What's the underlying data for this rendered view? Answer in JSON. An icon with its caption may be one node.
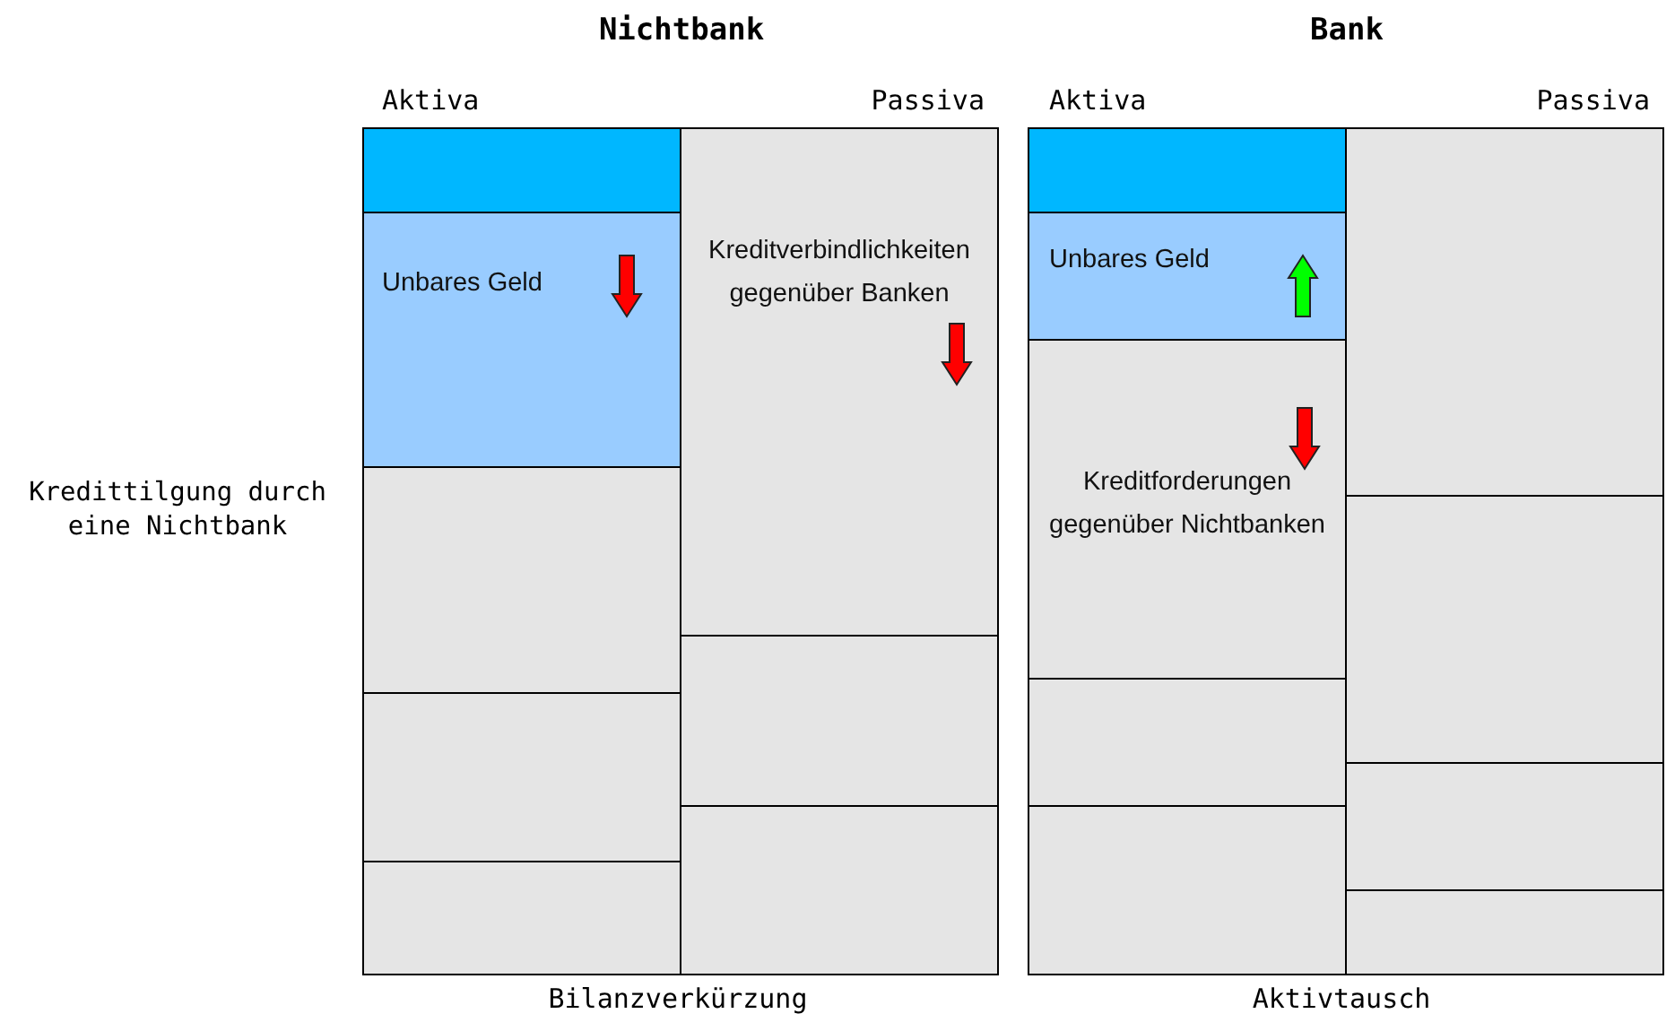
{
  "diagram": {
    "nodes": [
      {
        "text": [],
        "shape": "box"
      },
      {
        "text": [
          "Unbares Geld"
        ]
      },
      {
        "text": [],
        "shape": "box"
      },
      {
        "text": [],
        "shape": "box"
      },
      {
        "text": [],
        "shape": "box"
      },
      {
        "text": [
          "Kreditverbindlichkeiten gegenüber Banken"
        ]
      },
      {
        "text": [],
        "shape": "box"
      },
      {
        "text": [],
        "shape": "box"
      },
      {
        "text": [],
        "shape": "box"
      },
      {
        "text": [
          "Unbares Geld"
        ]
      },
      {
        "text": [
          "Kreditforderungen gegenüber Nichtbanken"
        ]
      },
      {
        "text": [],
        "shape": "box"
      },
      {
        "text": [],
        "shape": "box"
      },
      {
        "text": [],
        "shape": "box"
      },
      {
        "text": [],
        "shape": "box"
      },
      {
        "text": [],
        "shape": "box"
      },
      {
        "text": [],
        "shape": "box"
      }
    ],
    "labels": [
      "Nichtbank",
      "Bank",
      "Aktiva",
      "Passiva",
      "Aktiva",
      "Passiva",
      "Kredittilgung durch eine Nichtbank",
      "Bilanzverkürzung",
      "Aktivtausch"
    ]
  }
}
